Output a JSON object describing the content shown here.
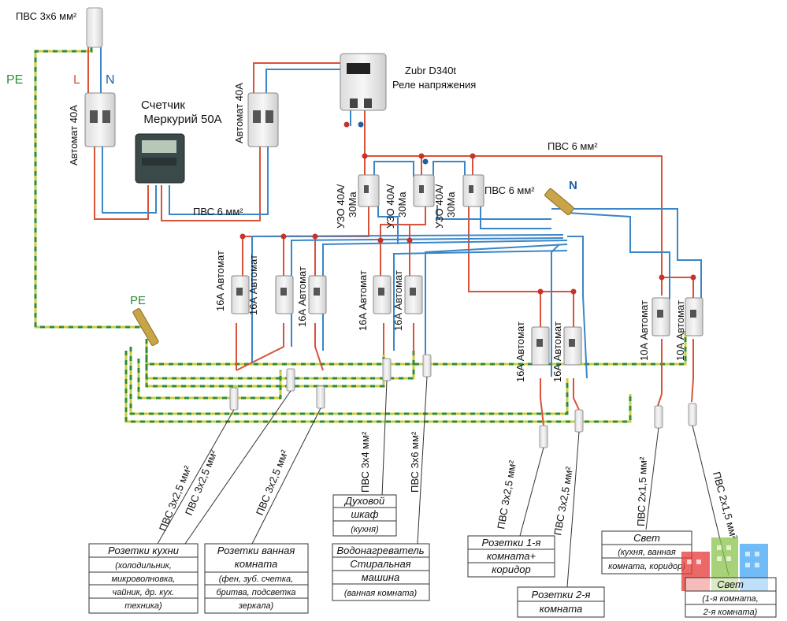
{
  "colors": {
    "phase": "#d9533a",
    "neutral": "#3a86c8",
    "pe": "#c9cf3c",
    "pe_dash": "#2e8b3a",
    "node": "#c8322a",
    "node_blue": "#1f5fa8",
    "label_pe": "#2e8b3a",
    "label_l": "#d9533a",
    "label_n": "#1f5fa8",
    "logo_red": "#e53935",
    "logo_green": "#8bc34a",
    "logo_blue": "#42a5f5"
  },
  "labels": {
    "input_cable": "ПВС 3х6 мм²",
    "pe": "PE",
    "l": "L",
    "n": "N",
    "n_bus": "N",
    "pe_bus": "PE",
    "main_breaker": "Автомат 40А",
    "meter_line1": "Счетчик",
    "meter_line2": "Меркурий 50А",
    "breaker2": "Автомат 40А",
    "relay_line1": "Zubr D340t",
    "relay_line2": "Реле напряжения",
    "cable_meter": "ПВС 6 мм²",
    "cable_top": "ПВС 6 мм²",
    "cable_mid": "ПВС 6 мм²"
  },
  "rcds": [
    {
      "line1": "УЗО 40А/",
      "line2": "30Ма"
    },
    {
      "line1": "УЗО 40А/",
      "line2": "30Ма"
    },
    {
      "line1": "УЗО 40А/",
      "line2": "30Ма"
    }
  ],
  "breakers": [
    {
      "label": "16А Автомат"
    },
    {
      "label": "16А Автомат"
    },
    {
      "label": "16А Автомат"
    },
    {
      "label": "16А Автомат"
    },
    {
      "label": "16А Автомат"
    },
    {
      "label": "16А Автомат"
    },
    {
      "label": "16А Автомат"
    },
    {
      "label": "10А Автомат"
    },
    {
      "label": "10А Автомат"
    }
  ],
  "cables": [
    {
      "label": "ПВС 3х2,5 мм²"
    },
    {
      "label": "ПВС 3х2,5 мм²"
    },
    {
      "label": "ПВС 3х2,5 мм²"
    },
    {
      "label": "ПВС 3х4 мм²"
    },
    {
      "label": "ПВС 3х6 мм²"
    },
    {
      "label": "ПВС 3х2,5 мм²"
    },
    {
      "label": "ПВС 3х2,5 мм²"
    },
    {
      "label": "ПВС 2х1,5 мм²"
    },
    {
      "label": "ПВС 2х1,5 мм²"
    }
  ],
  "boxes": {
    "kitchen": {
      "title": "Розетки кухни",
      "lines": [
        "(холодильник,",
        "микроволновка,",
        "чайник, др. кух.",
        "техника)"
      ]
    },
    "bath": {
      "title1": "Розетки ванная",
      "title2": "комната",
      "lines": [
        "(фен, зуб. счетка,",
        "бритва, подсветка",
        "зеркала)"
      ]
    },
    "oven": {
      "title1": "Духовой",
      "title2": "шкаф",
      "sub": "(кухня)"
    },
    "heater": {
      "line1": "Водонагреватель",
      "line2": "Стиральная",
      "line3": "машина",
      "sub": "(ванная комната)"
    },
    "room1": {
      "line1": "Розетки 1-я",
      "line2": "комната+",
      "line3": "коридор"
    },
    "room2": {
      "line1": "Розетки 2-я",
      "line2": "комната"
    },
    "light1": {
      "title": "Свет",
      "lines": [
        "(кухня, ванная",
        "комната, коридор)"
      ]
    },
    "light2": {
      "title": "Свет",
      "lines": [
        "(1-я комната,",
        "2-я комната)"
      ]
    }
  }
}
